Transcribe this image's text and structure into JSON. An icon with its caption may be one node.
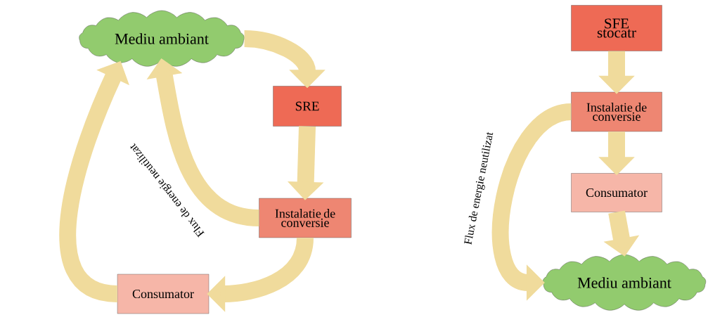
{
  "diagram": {
    "nodes": [
      {
        "text": [
          "Mediu ambiant"
        ]
      },
      {
        "text": [
          "SRE"
        ]
      },
      {
        "text": [
          "Instalatie de conversie"
        ]
      },
      {
        "text": [
          "Consumator"
        ]
      },
      {
        "text": [
          "SFE stocatr"
        ]
      },
      {
        "text": [
          "Instalatie de conversie"
        ]
      },
      {
        "text": [
          "Consumator"
        ]
      },
      {
        "text": [
          "Mediu ambiant"
        ]
      }
    ],
    "edges": [
      {
        "from": 0,
        "to": 1,
        "arrow": "to"
      },
      {
        "from": 1,
        "to": 2,
        "arrow": "to"
      },
      {
        "from": 2,
        "to": 3,
        "arrow": "to"
      },
      {
        "from": 3,
        "to": 0,
        "arrow": "to"
      },
      {
        "from": 2,
        "to": 0,
        "arrow": "to",
        "label": "Flux de energie neutilizat"
      },
      {
        "from": 4,
        "to": 5,
        "arrow": "to"
      },
      {
        "from": 5,
        "to": 6,
        "arrow": "to"
      },
      {
        "from": 6,
        "to": 7,
        "arrow": "to"
      },
      {
        "from": 5,
        "to": 7,
        "arrow": "to",
        "label": "Flux de energie neutilizat"
      }
    ]
  }
}
